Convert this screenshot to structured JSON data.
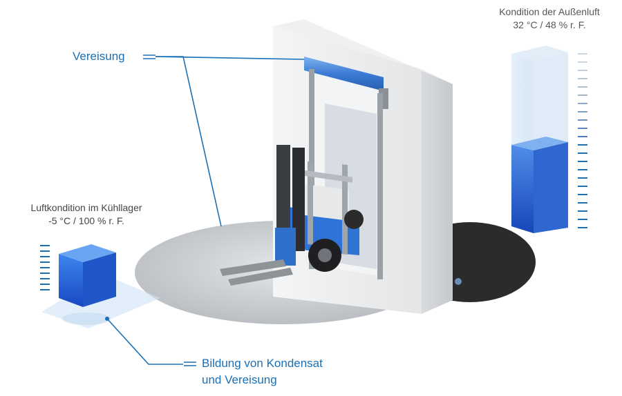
{
  "labels": {
    "outside_title": "Kondition der Außenluft",
    "outside_values": "32 °C / 48 % r. F.",
    "cold_title": "Luftkondition im Kühllager",
    "cold_values": "-5 °C / 100 % r. F.",
    "icing": "Vereisung",
    "condensate_line1": "Bildung von Kondensat",
    "condensate_line2": "und Vereisung"
  },
  "colors": {
    "accent_blue": "#1a6fb5",
    "door_blue": "#3b7fd4",
    "water_blue": "#1f5fd6",
    "floor_grey": "#bfc3c6",
    "dark_mat": "#2b2b2b"
  },
  "humidity_levels": {
    "outside_column_fill": 0.48,
    "cold_cube_fill": 1.0
  }
}
